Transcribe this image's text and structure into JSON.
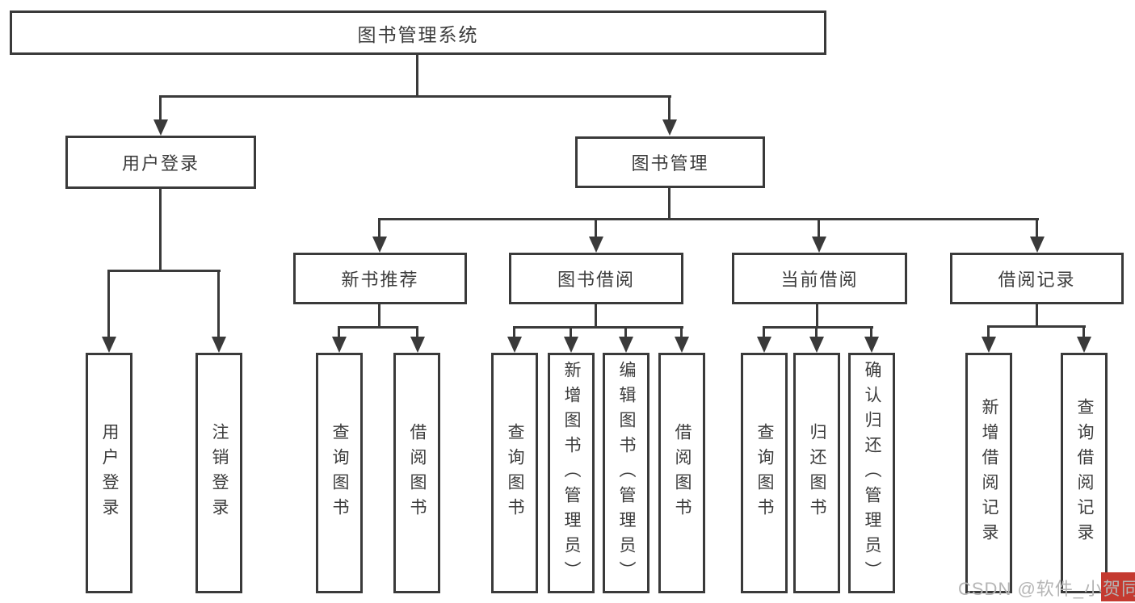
{
  "tree": {
    "label": "图书管理系统",
    "children": [
      {
        "label": "用户登录",
        "children": [
          {
            "label": "用户登录"
          },
          {
            "label": "注销登录"
          }
        ]
      },
      {
        "label": "图书管理",
        "children": [
          {
            "label": "新书推荐",
            "children": [
              {
                "label": "查询图书"
              },
              {
                "label": "借阅图书"
              }
            ]
          },
          {
            "label": "图书借阅",
            "children": [
              {
                "label": "查询图书"
              },
              {
                "label": "新增图书（管理员）"
              },
              {
                "label": "编辑图书（管理员）"
              },
              {
                "label": "借阅图书"
              }
            ]
          },
          {
            "label": "当前借阅",
            "children": [
              {
                "label": "查询图书"
              },
              {
                "label": "归还图书"
              },
              {
                "label": "确认归还（管理员）"
              }
            ]
          },
          {
            "label": "借阅记录",
            "children": [
              {
                "label": "新增借阅记录"
              },
              {
                "label": "查询借阅记录"
              }
            ]
          }
        ]
      }
    ]
  },
  "watermark": {
    "text": "CSDN @软件_小贺同学"
  },
  "colors": {
    "line": "#3a3a3a",
    "text": "#3c3c3c",
    "watermark_text": "#b5b5b5",
    "watermark_accent": "#c43a30",
    "background": "#ffffff"
  }
}
